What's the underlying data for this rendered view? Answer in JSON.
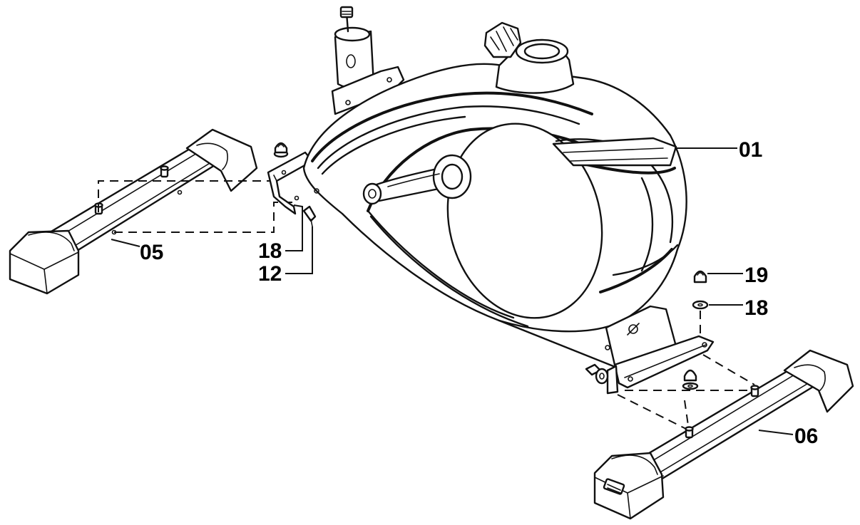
{
  "diagram": {
    "callouts": {
      "c01": "01",
      "c05": "05",
      "c06": "06",
      "c12": "12",
      "c18a": "18",
      "c18b": "18",
      "c19": "19"
    }
  }
}
